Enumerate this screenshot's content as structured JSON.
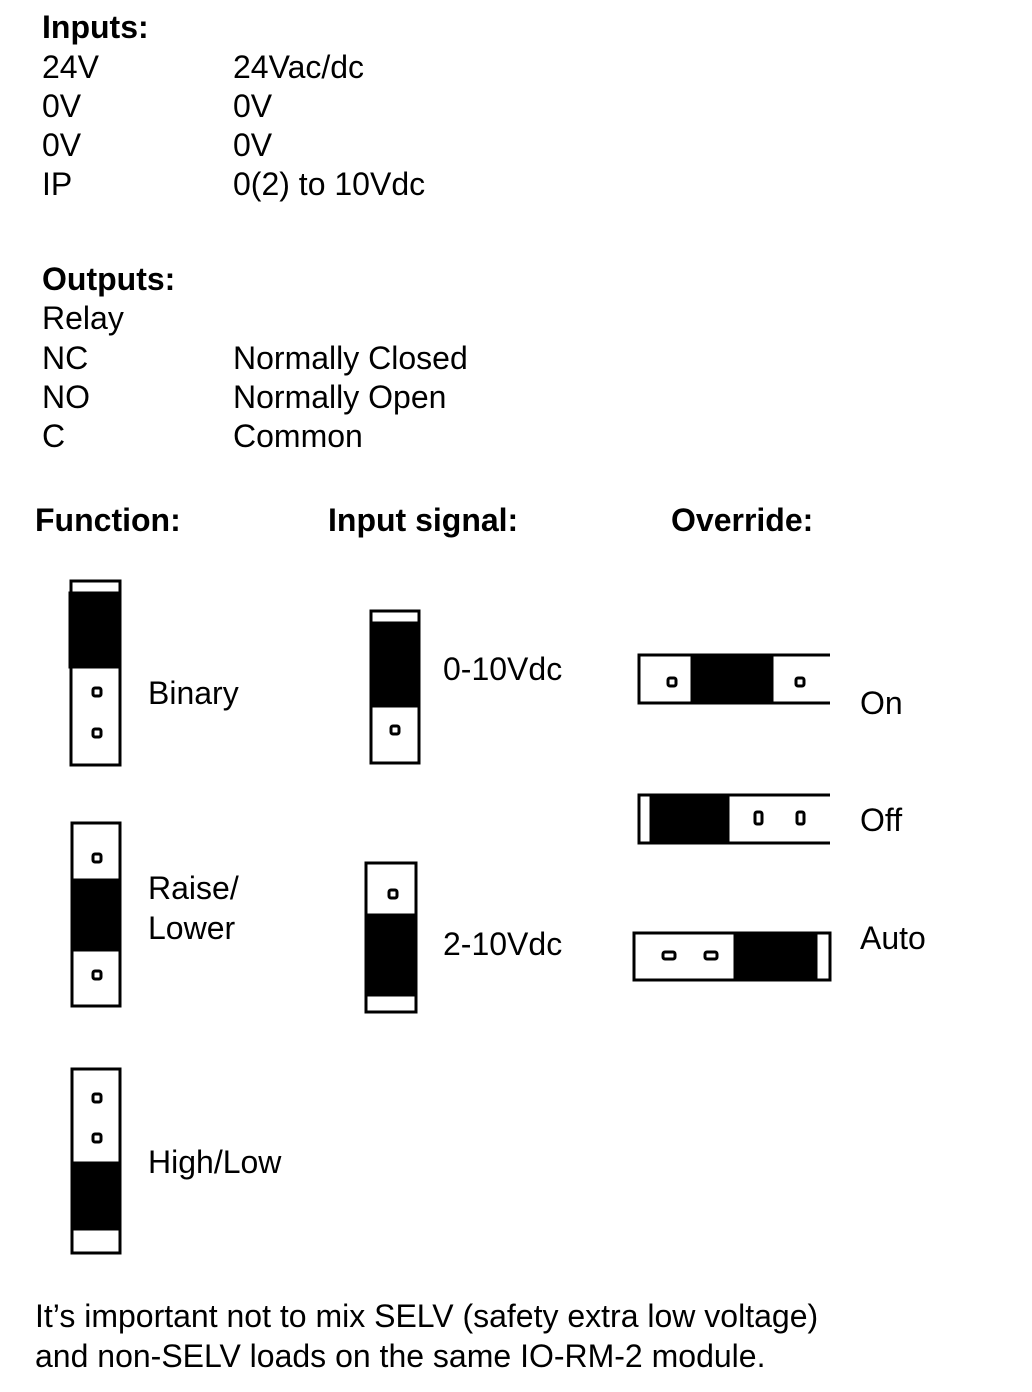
{
  "inputs": {
    "heading": "Inputs:",
    "rows": [
      {
        "terminal": "24V",
        "description": "24Vac/dc"
      },
      {
        "terminal": "0V",
        "description": "0V"
      },
      {
        "terminal": "0V",
        "description": "0V"
      },
      {
        "terminal": "IP",
        "description": "0(2) to 10Vdc"
      }
    ]
  },
  "outputs": {
    "heading": "Outputs:",
    "subheading": "Relay",
    "rows": [
      {
        "terminal": "NC",
        "description": "Normally Closed"
      },
      {
        "terminal": "NO",
        "description": "Normally Open"
      },
      {
        "terminal": "C",
        "description": "Common"
      }
    ]
  },
  "function": {
    "heading": "Function:",
    "options": [
      "Binary",
      "Raise/",
      "Lower",
      "High/Low"
    ]
  },
  "input_signal": {
    "heading": "Input signal:",
    "options": [
      "0-10Vdc",
      "2-10Vdc"
    ]
  },
  "override": {
    "heading": "Override:",
    "options": [
      "On",
      "Off",
      "Auto"
    ]
  },
  "note": {
    "line1": "It’s important not to mix SELV (safety extra low voltage)",
    "line2": "and non-SELV loads on the same IO-RM-2 module."
  }
}
